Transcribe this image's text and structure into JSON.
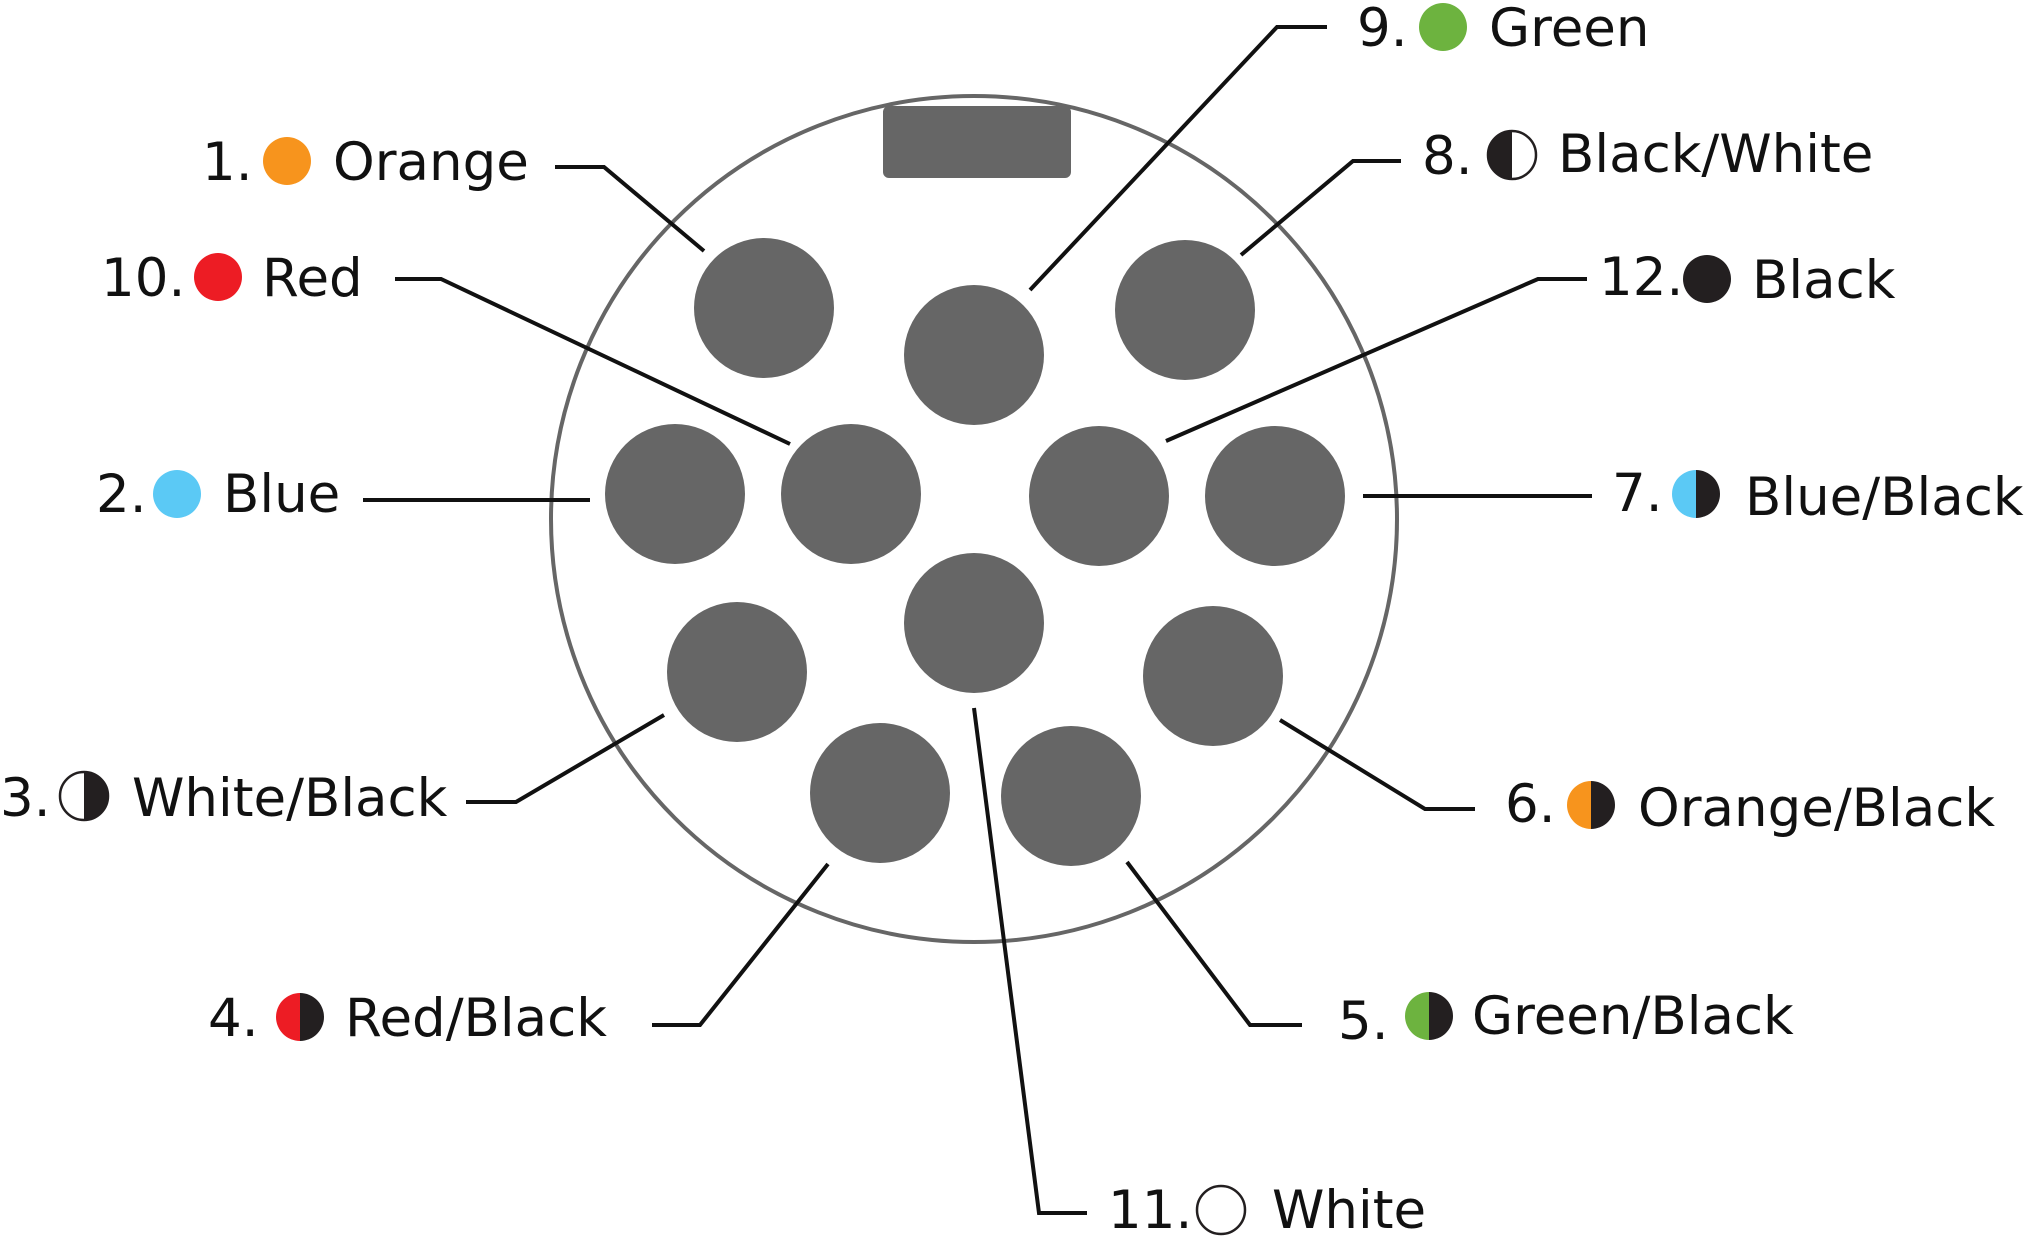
{
  "colors": {
    "housing_stroke": "#666666",
    "pin_fill": "#666666",
    "key_fill": "#666666",
    "leader_stroke": "#111111",
    "black": "#231f20",
    "white": "#ffffff",
    "orange": "#f7941d",
    "red": "#ed1c24",
    "blue": "#5bc9f5",
    "green": "#6db33f"
  },
  "pins": [
    {
      "num": "1.",
      "color": "Orange",
      "swatch": [
        "orange"
      ]
    },
    {
      "num": "2.",
      "color": "Blue",
      "swatch": [
        "blue"
      ]
    },
    {
      "num": "3.",
      "color": "White/Black",
      "swatch": [
        "white",
        "black"
      ]
    },
    {
      "num": "4.",
      "color": "Red/Black",
      "swatch": [
        "red",
        "black"
      ]
    },
    {
      "num": "5.",
      "color": "Green/Black",
      "swatch": [
        "green",
        "black"
      ]
    },
    {
      "num": "6.",
      "color": "Orange/Black",
      "swatch": [
        "orange",
        "black"
      ]
    },
    {
      "num": "7.",
      "color": "Blue/Black",
      "swatch": [
        "blue",
        "black"
      ]
    },
    {
      "num": "8.",
      "color": "Black/White",
      "swatch": [
        "black",
        "white"
      ]
    },
    {
      "num": "9.",
      "color": "Green",
      "swatch": [
        "green"
      ]
    },
    {
      "num": "10.",
      "color": "Red",
      "swatch": [
        "red"
      ]
    },
    {
      "num": "11.",
      "color": "White",
      "swatch": [
        "white"
      ]
    },
    {
      "num": "12.",
      "color": "Black",
      "swatch": [
        "black"
      ]
    }
  ]
}
